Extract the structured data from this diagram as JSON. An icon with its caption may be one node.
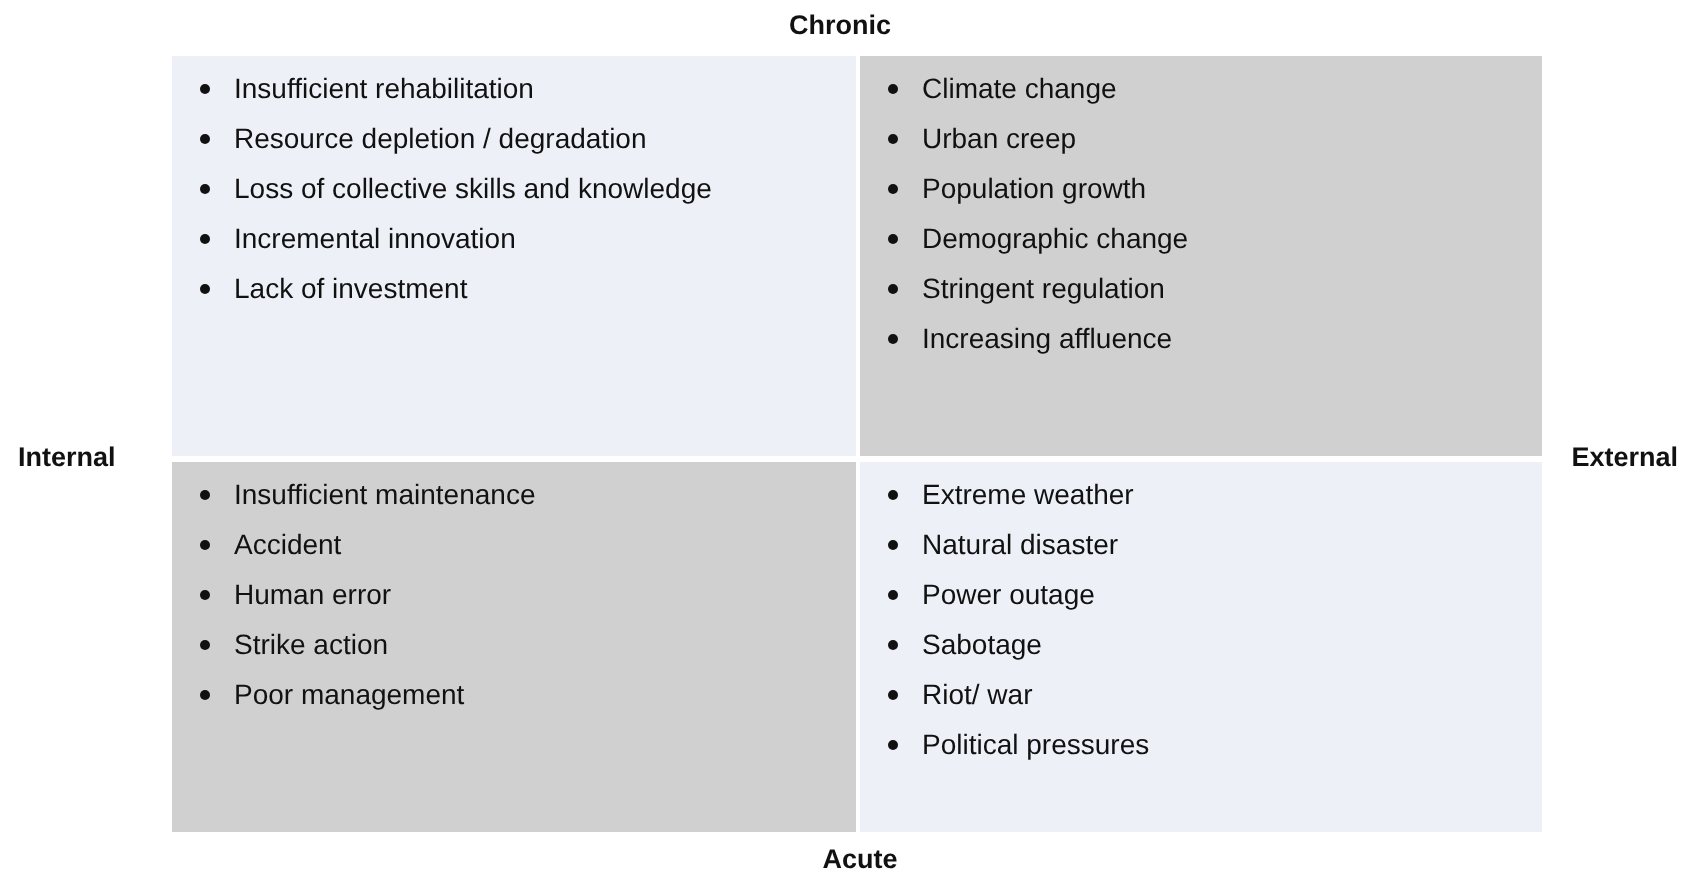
{
  "diagram": {
    "nodes": [
      {
        "text": [
          "Insufficient rehabilitation",
          "Resource depletion / degradation",
          "Loss of collective skills and knowledge",
          "Incremental innovation",
          "Lack of investment"
        ]
      },
      {
        "text": [
          "Climate change",
          "Urban creep",
          "Population growth",
          "Demographic change",
          "Stringent regulation",
          "Increasing affluence"
        ]
      },
      {
        "text": [
          "Insufficient maintenance",
          "Accident",
          "Human error",
          "Strike action",
          "Poor management"
        ]
      },
      {
        "text": [
          "Extreme weather",
          "Natural disaster",
          "Power outage",
          "Sabotage",
          "Riot/ war",
          "Political pressures"
        ]
      }
    ],
    "labels": [
      "Chronic",
      "Internal",
      "External",
      "Acute"
    ]
  }
}
